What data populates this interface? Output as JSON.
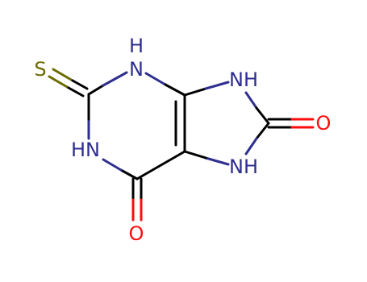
{
  "molecule": {
    "atoms": {
      "sulfur": "S",
      "n3_h": "H",
      "n3": "N",
      "n9": "NH",
      "n1": "HN",
      "n7": "NH",
      "o8": "O",
      "o6": "O"
    },
    "colors": {
      "carbon_bond": "#000000",
      "nitrogen": "#2e2e8f",
      "oxygen": "#ff0d0d",
      "sulfur": "#6b6b00"
    }
  }
}
